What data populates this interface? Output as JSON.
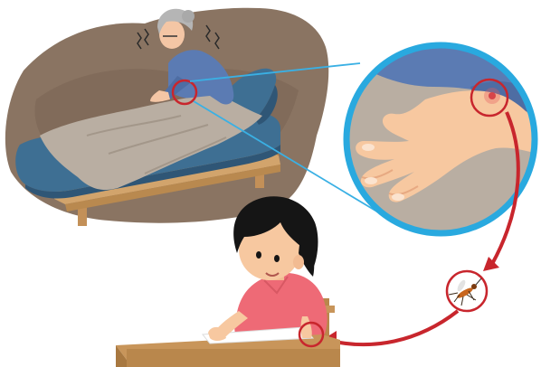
{
  "illustration": {
    "panels": [
      "bedroom-scene",
      "hand-zoom",
      "mosquito",
      "student-scene"
    ],
    "colors": {
      "background": "#ffffff",
      "wall": "#8a7462",
      "bed": "#3e6f93",
      "blanket": "#b9aea2",
      "frame": "#d2a46c",
      "zoom_ring": "#29a9df",
      "zoom_lines": "#3ab0e4",
      "arrow": "#c8262d",
      "skin": "#f7c8a0",
      "shirt": "#ee6a76",
      "hair": "#151515",
      "grey_hair": "#b5b5b5",
      "sweater": "#5b7bb3"
    },
    "icons": [
      "mosquito-icon",
      "arrow-icon",
      "bite-mark-icon"
    ]
  }
}
